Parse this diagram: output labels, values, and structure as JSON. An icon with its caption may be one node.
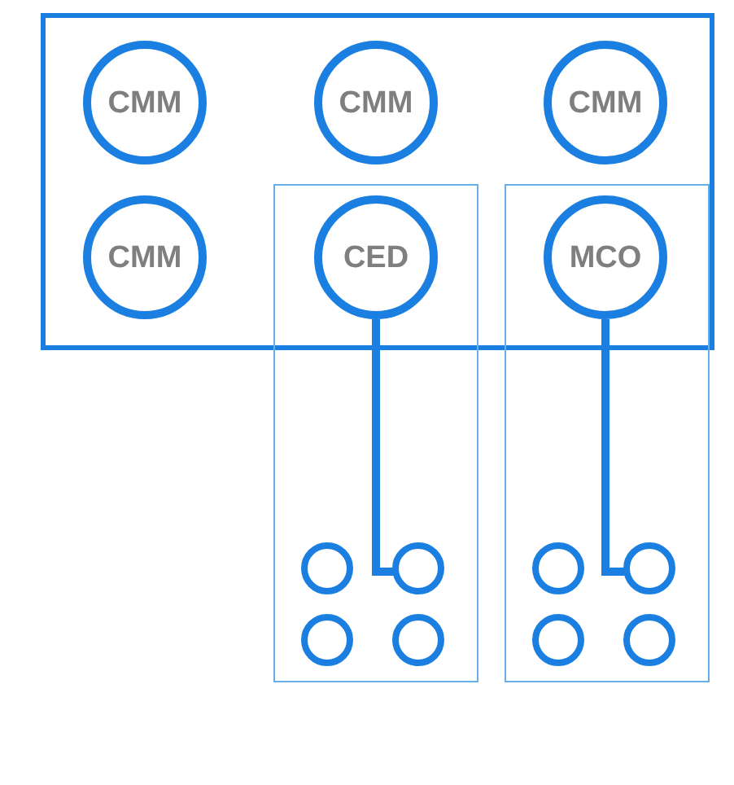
{
  "diagram": {
    "nodes": [
      {
        "text": [],
        "shape": "box"
      },
      {
        "text": [
          "CMM"
        ],
        "in": 0
      },
      {
        "text": [
          "CMM"
        ],
        "in": 0
      },
      {
        "text": [
          "CMM"
        ],
        "in": 0
      },
      {
        "text": [
          "CMM"
        ],
        "in": 0
      },
      {
        "text": [],
        "shape": "box"
      },
      {
        "text": [
          "CED"
        ]
      },
      {
        "text": [],
        "shape": "box"
      },
      {
        "text": [
          "MCO"
        ]
      },
      {
        "text": [],
        "shape": "circle",
        "in": 5
      },
      {
        "text": [],
        "shape": "circle",
        "in": 5
      },
      {
        "text": [],
        "shape": "circle",
        "in": 5
      },
      {
        "text": [],
        "shape": "circle",
        "in": 5
      },
      {
        "text": [],
        "shape": "circle",
        "in": 7
      },
      {
        "text": [],
        "shape": "circle",
        "in": 7
      },
      {
        "text": [],
        "shape": "circle",
        "in": 7
      },
      {
        "text": [],
        "shape": "circle",
        "in": 7
      }
    ],
    "edges": [
      {
        "from": 6,
        "to": 10,
        "arrow": "none"
      },
      {
        "from": 8,
        "to": 14,
        "arrow": "none"
      }
    ]
  }
}
